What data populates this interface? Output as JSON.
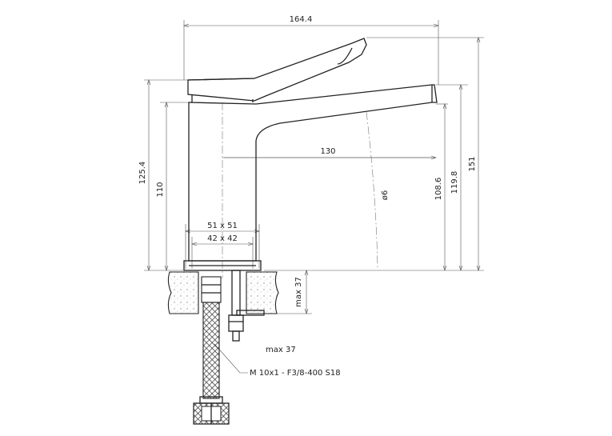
{
  "diagram": {
    "dimensions": {
      "overall_width": "164.4",
      "total_height": "151",
      "body_height": "125.4",
      "body_height_inner": "110",
      "spout_reach": "130",
      "spout_height": "108.6",
      "spout_top_height": "119.8",
      "outlet_diameter": "ø6",
      "base_outer": "51 x 51",
      "base_inner": "42 x 42",
      "deck_thickness": "max 37",
      "deck_thickness_note": "max 37",
      "hose_spec": "M 10x1 - F3/8-400 S18"
    },
    "colors": {
      "line": "#222222",
      "hatch": "#888888",
      "hose": "#333333"
    }
  }
}
